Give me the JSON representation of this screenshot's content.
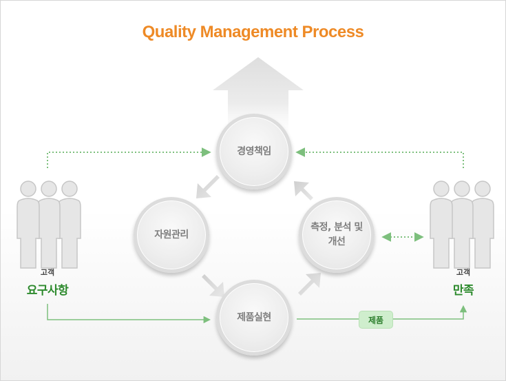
{
  "title": "Quality Management Process",
  "steps": {
    "management": "경영책임",
    "resource": "자원관리",
    "realization": "제품실현",
    "measurement": "측정, 분석 및 개선"
  },
  "left_customer": {
    "label_small": "고객",
    "label_big": "요구사항"
  },
  "right_customer": {
    "label_small": "고객",
    "label_big": "만족"
  },
  "product_badge": "제품",
  "colors": {
    "title": "#ee8a26",
    "accent_green": "#2d8a2d",
    "connector": "#7dbf7d",
    "circle_text": "#7e7e7e"
  }
}
